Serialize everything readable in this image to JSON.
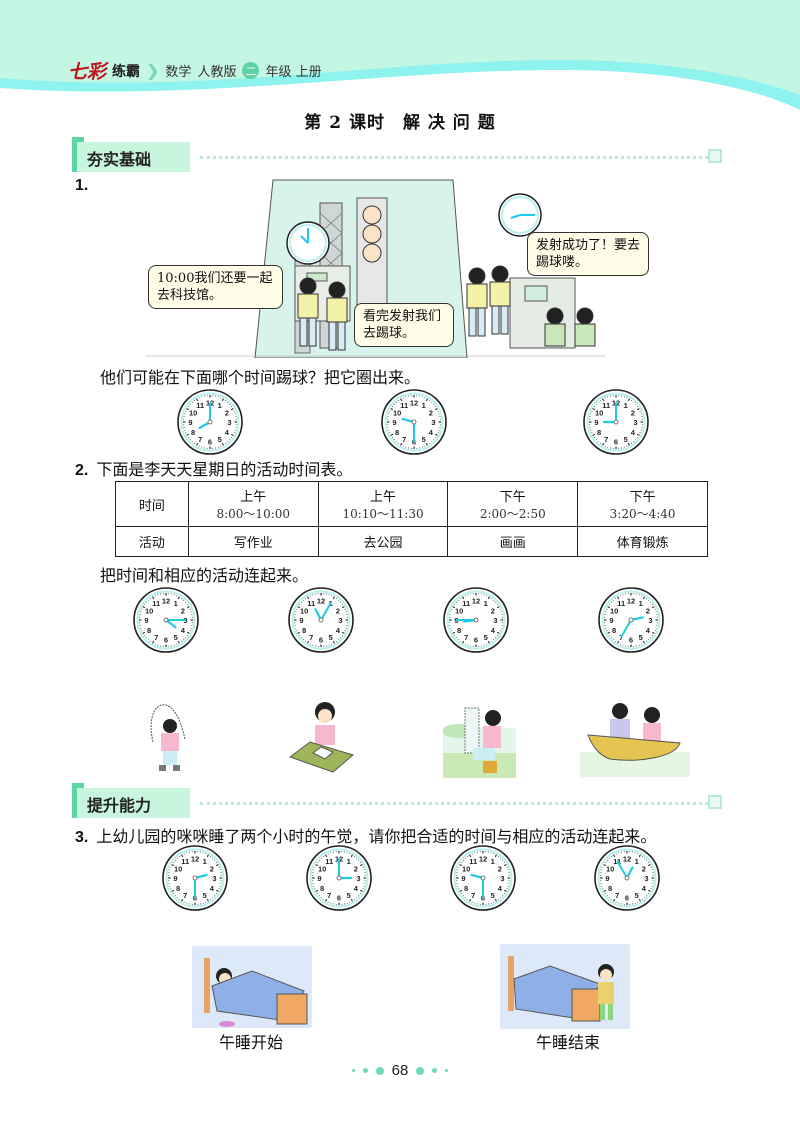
{
  "header": {
    "brand_logo": "七彩",
    "brand_name": "练霸",
    "subject": "数学",
    "edition": "人教版",
    "grade_badge": "二",
    "grade_text": "年级 上册"
  },
  "lesson_title": "第 2 课时　解 决 问 题",
  "sections": [
    {
      "label": "夯实基础"
    },
    {
      "label": "提升能力"
    }
  ],
  "q1": {
    "number": "1.",
    "bubbles": [
      "10:00我们还要一起去科技馆。",
      "看完发射我们去踢球。",
      "发射成功了！要去踢球喽。"
    ],
    "scene_clocks": [
      {
        "hour": 10,
        "minute": 0
      },
      {
        "hour": 9,
        "minute": 15
      }
    ],
    "question": "他们可能在下面哪个时间踢球？把它圈出来。",
    "clocks": [
      {
        "hour": 8,
        "minute": 0
      },
      {
        "hour": 9,
        "minute": 30
      },
      {
        "hour": 9,
        "minute": 0
      }
    ]
  },
  "q2": {
    "number": "2.",
    "intro": "下面是李天天星期日的活动时间表。",
    "table": {
      "row_headers": [
        "时间",
        "活动"
      ],
      "columns": [
        {
          "period": "上午",
          "time": "8:00～10:00",
          "activity": "写作业"
        },
        {
          "period": "上午",
          "time": "10:10～11:30",
          "activity": "去公园"
        },
        {
          "period": "下午",
          "time": "2:00～2:50",
          "activity": "画画"
        },
        {
          "period": "下午",
          "time": "3:20～4:40",
          "activity": "体育锻炼"
        }
      ]
    },
    "instruction": "把时间和相应的活动连起来。",
    "clocks": [
      {
        "hour": 4,
        "minute": 15
      },
      {
        "hour": 11,
        "minute": 5
      },
      {
        "hour": 8,
        "minute": 45
      },
      {
        "hour": 2,
        "minute": 35
      }
    ],
    "pictures": [
      "跳绳",
      "写作业",
      "画画",
      "划船"
    ]
  },
  "q3": {
    "number": "3.",
    "text": "上幼儿园的咪咪睡了两个小时的午觉，请你把合适的时间与相应的活动连起来。",
    "clocks": [
      {
        "hour": 2,
        "minute": 30
      },
      {
        "hour": 3,
        "minute": 0
      },
      {
        "hour": 9,
        "minute": 30
      },
      {
        "hour": 12,
        "minute": 55
      }
    ],
    "captions": [
      "午睡开始",
      "午睡结束"
    ]
  },
  "footer": {
    "page_number": "68"
  },
  "colors": {
    "accent": "#5fd3a6",
    "header_bg": "#c4f6e4",
    "wave": "#8ef2ee",
    "clock_hand": "#1ecbe8"
  }
}
